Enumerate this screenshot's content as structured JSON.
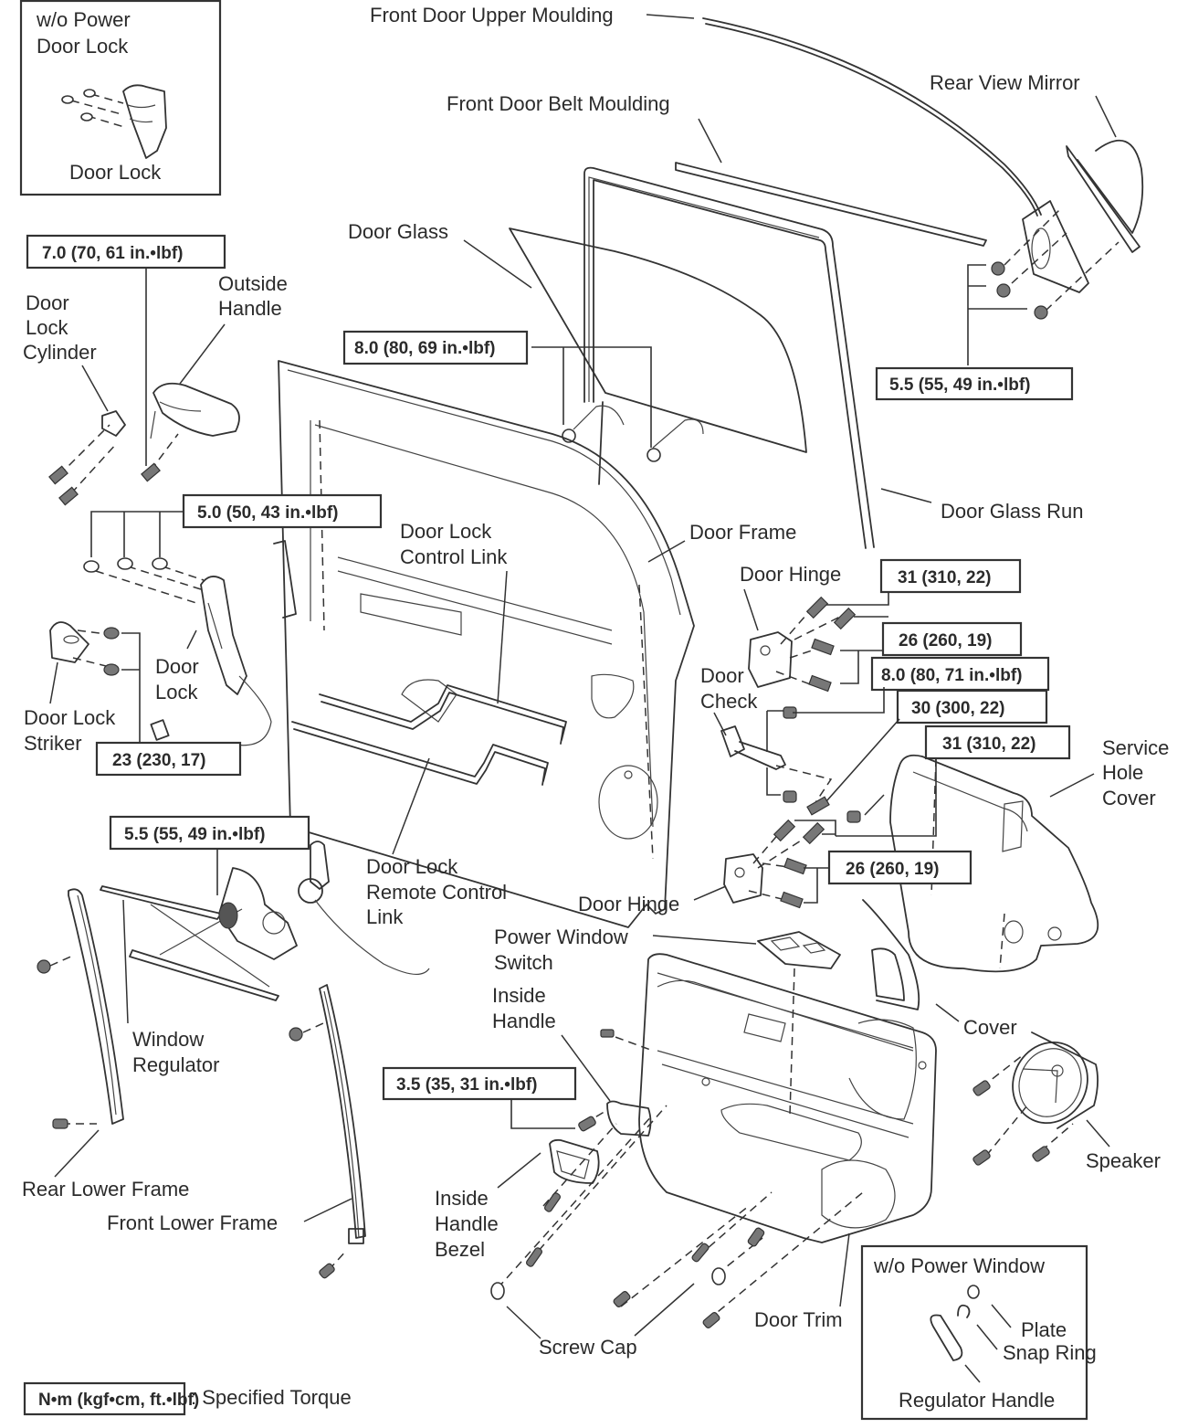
{
  "title": "Front Door Components (Exploded View)",
  "labels": {
    "front_door_upper_moulding": "Front Door Upper Moulding",
    "front_door_belt_moulding": "Front Door Belt Moulding",
    "rear_view_mirror": "Rear View Mirror",
    "door_glass": "Door Glass",
    "door_glass_run": "Door Glass Run",
    "outside_handle_1": "Outside",
    "outside_handle_2": "Handle",
    "door_lock_cylinder_1": "Door",
    "door_lock_cylinder_2": "Lock",
    "door_lock_cylinder_3": "Cylinder",
    "door_lock_control_link_1": "Door Lock",
    "door_lock_control_link_2": "Control Link",
    "door_frame": "Door Frame",
    "door_hinge_upper": "Door Hinge",
    "door_check_1": "Door",
    "door_check_2": "Check",
    "door_lock_1": "Door",
    "door_lock_2": "Lock",
    "door_lock_striker_1": "Door Lock",
    "door_lock_striker_2": "Striker",
    "service_hole_cover_1": "Service",
    "service_hole_cover_2": "Hole",
    "service_hole_cover_3": "Cover",
    "door_lock_remote_link_1": "Door Lock",
    "door_lock_remote_link_2": "Remote Control",
    "door_lock_remote_link_3": "Link",
    "door_hinge_lower": "Door Hinge",
    "window_regulator_1": "Window",
    "window_regulator_2": "Regulator",
    "power_window_switch_1": "Power Window",
    "power_window_switch_2": "Switch",
    "inside_handle_1": "Inside",
    "inside_handle_2": "Handle",
    "cover": "Cover",
    "speaker": "Speaker",
    "rear_lower_frame": "Rear Lower Frame",
    "front_lower_frame": "Front Lower Frame",
    "inside_handle_bezel_1": "Inside",
    "inside_handle_bezel_2": "Handle",
    "inside_handle_bezel_3": "Bezel",
    "screw_cap": "Screw Cap",
    "door_trim": "Door Trim"
  },
  "insets": {
    "power_door_lock": {
      "title_1": "w/o Power",
      "title_2": "Door Lock",
      "part": "Door Lock"
    },
    "power_window": {
      "title": "w/o Power Window",
      "plate": "Plate",
      "snap_ring": "Snap Ring",
      "regulator_handle": "Regulator Handle"
    }
  },
  "torques": {
    "outside_handle": "7.0 (70, 61 in.•lbf)",
    "door_glass": "8.0 (80, 69 in.•lbf)",
    "mirror": "5.5 (55, 49 in.•lbf)",
    "door_lock": "5.0 (50, 43 in.•lbf)",
    "striker": "23 (230, 17)",
    "hinge_upper_body": "31 (310, 22)",
    "hinge_upper_door": "26 (260, 19)",
    "door_check_body": "8.0 (80, 71 in.•lbf)",
    "door_check_door": "30 (300, 22)",
    "hinge_lower_body": "31 (310, 22)",
    "hinge_lower_door": "26 (260, 19)",
    "window_regulator": "5.5 (55, 49 in.•lbf)",
    "inside_handle": "3.5 (35, 31 in.•lbf)"
  },
  "legend": {
    "unit_box": "N•m (kgf•cm, ft.•lbf)",
    "description": ": Specified Torque"
  }
}
